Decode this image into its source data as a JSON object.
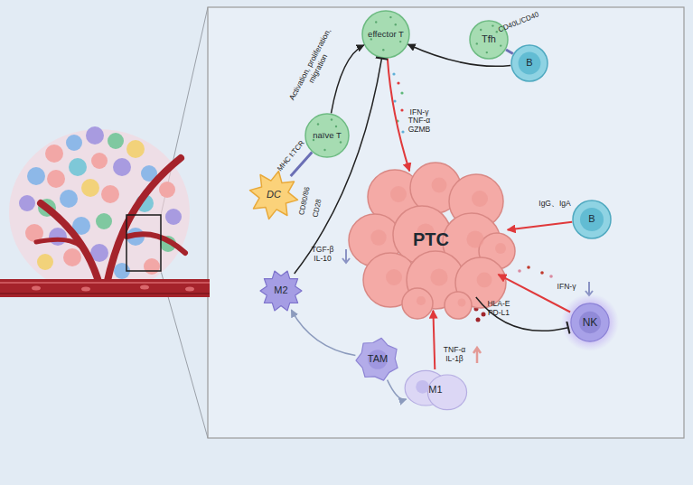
{
  "diagram": {
    "nodes": [
      {
        "text": [
          "effector T"
        ]
      },
      {
        "text": [
          "Tfh"
        ]
      },
      {
        "text": [
          "B"
        ]
      },
      {
        "text": [
          "naïve T"
        ]
      },
      {
        "text": [
          "DC"
        ]
      },
      {
        "text": [
          "PTC"
        ]
      },
      {
        "text": [
          "B"
        ]
      },
      {
        "text": [
          "M2"
        ]
      },
      {
        "text": [
          "NK"
        ]
      },
      {
        "text": [
          "TAM"
        ]
      },
      {
        "text": [
          "M1"
        ]
      }
    ],
    "edges": [
      {
        "from": 3,
        "to": 0,
        "arrow": "to",
        "label": "Activation, proliferation, migration"
      },
      {
        "from": 2,
        "to": 0,
        "arrow": "to"
      },
      {
        "from": 0,
        "to": 5,
        "arrow": "to",
        "label": "IFN-γ TNF-α GZMB"
      },
      {
        "from": 6,
        "to": 5,
        "arrow": "to",
        "label": "IgG、IgA"
      },
      {
        "from": 8,
        "to": 5,
        "arrow": "to",
        "label": "IFN-γ"
      },
      {
        "from": 5,
        "to": 8,
        "arrow": "to",
        "label": "HLA-E PD-L1"
      },
      {
        "from": 7,
        "to": 0,
        "arrow": "to",
        "label": "TGF-β IL-10"
      },
      {
        "from": 9,
        "to": 7,
        "arrow": "to"
      },
      {
        "from": 9,
        "to": 10,
        "arrow": "to"
      },
      {
        "from": 10,
        "to": 5,
        "arrow": "to",
        "label": "TNF-α IL-1β"
      },
      {
        "from": 4,
        "to": 3,
        "arrow": "none"
      },
      {
        "from": 1,
        "to": 2,
        "arrow": "none"
      }
    ],
    "labels": [
      "MHC I:TCR",
      "CD80/86",
      "CD28",
      "CD40L/CD40"
    ]
  }
}
